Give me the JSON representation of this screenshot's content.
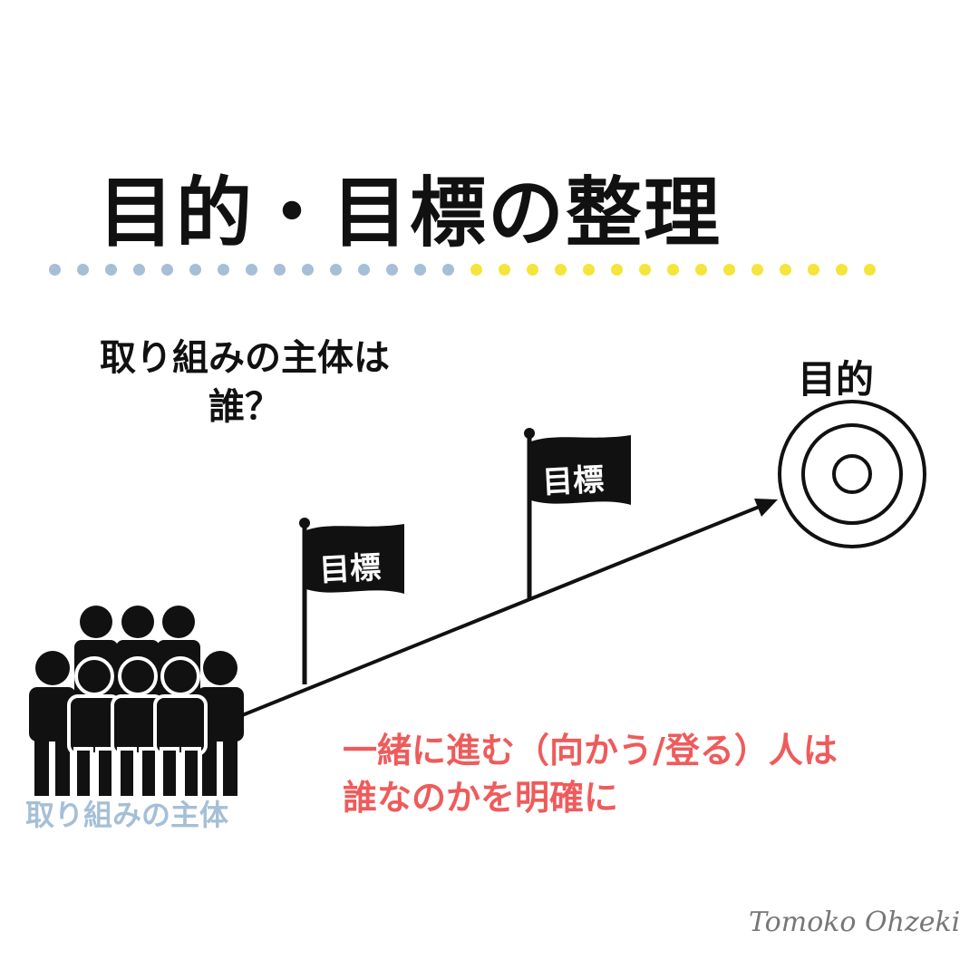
{
  "title": "目的・目標の整理",
  "divider": {
    "left_color": "#a5bfd6",
    "right_color": "#f5e43a",
    "left_count": 15,
    "right_count": 15
  },
  "question": {
    "line1": "取り組みの主体は",
    "line2": "誰？"
  },
  "target_label": "目的",
  "flags": [
    {
      "label": "目標"
    },
    {
      "label": "目標"
    }
  ],
  "subject_label": "取り組みの主体",
  "message": {
    "line1": "一緒に進む（向かう/登る）人は",
    "line2": "誰なのかを明確に"
  },
  "signature": "Tomoko Ohzeki",
  "colors": {
    "text": "#111111",
    "accent_red": "#ef5b5b",
    "subject_blue": "#a5bfd6",
    "dot_yellow": "#f5e43a"
  },
  "icons": [
    "people-group-icon",
    "flag-icon",
    "target-icon",
    "arrow-icon"
  ]
}
